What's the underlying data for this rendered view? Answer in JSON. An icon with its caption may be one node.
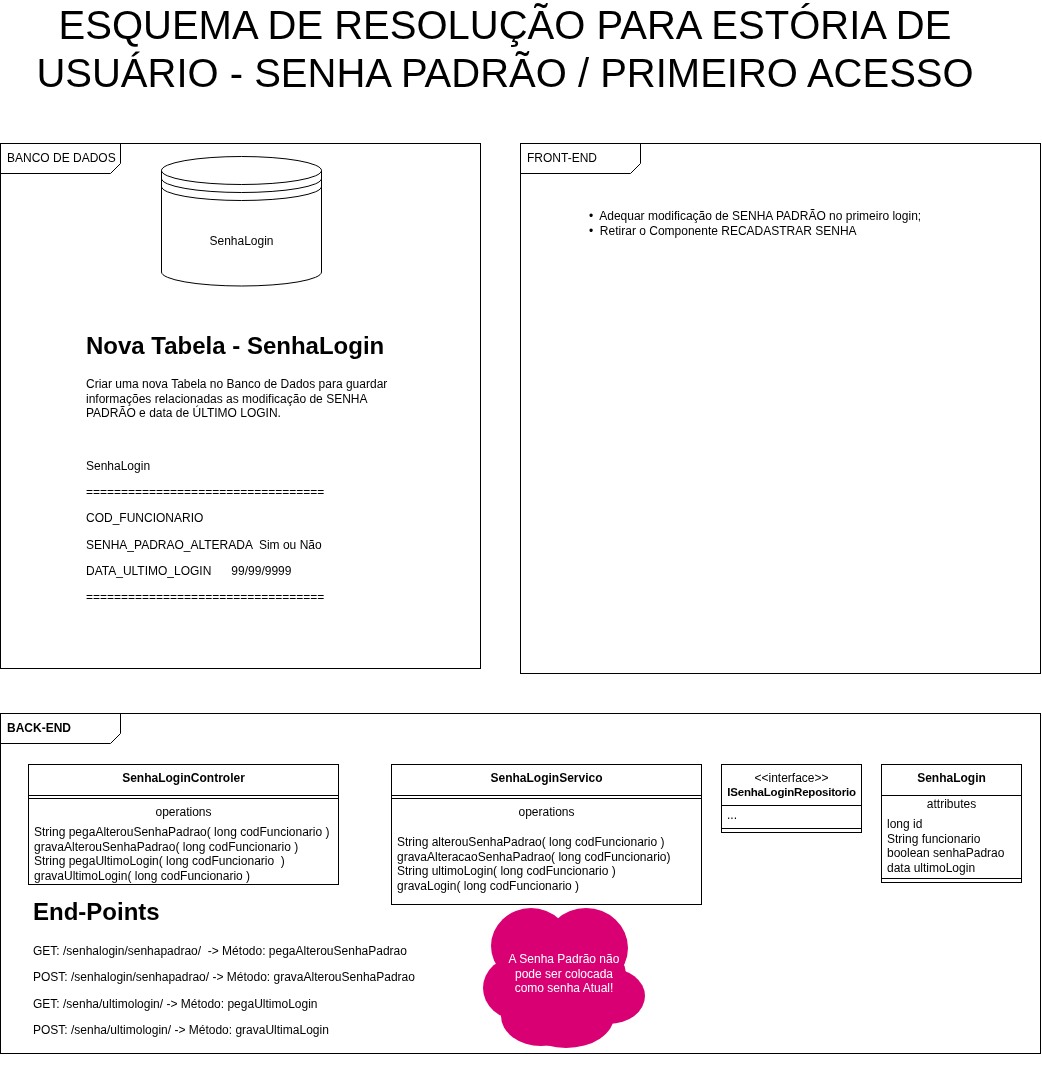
{
  "diagram": {
    "title": "ESQUEMA DE RESOLUÇÃO PARA ESTÓRIA DE USUÁRIO - SENHA PADRÃO / PRIMEIRO ACESSO",
    "nodes": [
      {
        "text": [
          "BANCO DE DADOS",
          "Nova Tabela - SenhaLogin",
          "Criar uma nova Tabela no Banco de Dados para guardar informações relacionadas as modificação de SENHA PADRÃO e data de ÚLTIMO LOGIN.",
          "SenhaLogin",
          "==================================",
          "COD_FUNCIONARIO",
          "SENHA_PADRAO_ALTERADA  Sim ou Não",
          "DATA_ULTIMO_LOGIN      99/99/9999",
          "=================================="
        ]
      },
      {
        "text": [
          "SenhaLogin"
        ],
        "in": 0
      },
      {
        "text": [
          "FRONT-END",
          "•  Adequar modificação de SENHA PADRÃO no primeiro login;",
          "•  Retirar o Componente RECADASTRAR SENHA"
        ]
      },
      {
        "text": [
          "BACK-END",
          "End-Points",
          "GET: /senhalogin/senhapadrao/  -> Método: pegaAlterouSenhaPadrao",
          "POST: /senhalogin/senhapadrao/ -> Método: gravaAlterouSenhaPadrao",
          "GET: /senha/ultimologin/ -> Método: pegaUltimoLogin",
          "POST: /senha/ultimologin/ -> Método: gravaUltimaLogin"
        ]
      },
      {
        "text": [
          "SenhaLoginControler",
          "operations",
          "String pegaAlterouSenhaPadrao( long codFuncionario )",
          "gravaAlterouSenhaPadrao( long codFuncionario )",
          "String pegaUltimoLogin( long codFuncionario  )",
          "gravaUltimoLogin( long codFuncionario )"
        ],
        "in": 3
      },
      {
        "text": [
          "SenhaLoginServico",
          "operations",
          "String alterouSenhaPadrao( long codFuncionario )",
          "gravaAlteracaoSenhaPadrao( long codFuncionario)",
          "String ultimoLogin( long codFuncionario )",
          "gravaLogin( long codFuncionario )"
        ],
        "in": 3
      },
      {
        "text": [
          "<<interface>>",
          "ISenhaLoginRepositorio",
          "..."
        ],
        "in": 3
      },
      {
        "text": [
          "SenhaLogin",
          "attributes",
          "long id",
          "String funcionario",
          "boolean senhaPadrao",
          "data ultimoLogin"
        ],
        "in": 3
      },
      {
        "text": [
          "A Senha Padrão não pode ser colocada como senha Atual!"
        ],
        "in": 3
      }
    ]
  }
}
